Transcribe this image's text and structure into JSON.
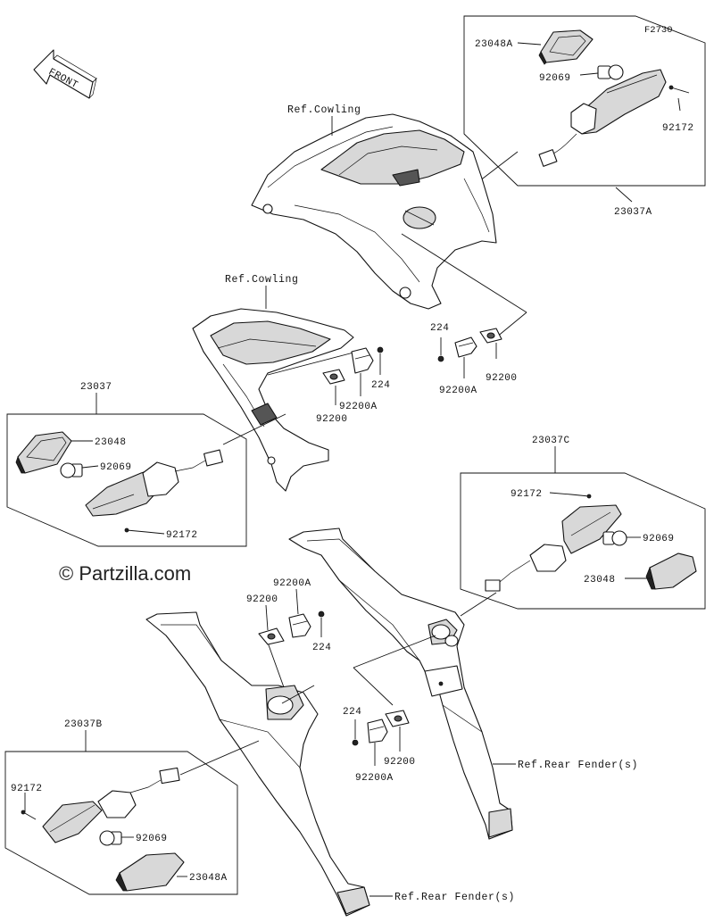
{
  "figure_code": "F2730",
  "front_arrow": {
    "label": "FRONT"
  },
  "watermark": "© Partzilla.com",
  "references": {
    "cowling_1": "Ref.Cowling",
    "cowling_2": "Ref.Cowling",
    "rear_fender_1": "Ref.Rear Fender(s)",
    "rear_fender_2": "Ref.Rear Fender(s)"
  },
  "assemblies": {
    "a23037": {
      "title": "23037",
      "lens": "23048",
      "bulb": "92069",
      "screw": "92172"
    },
    "a23037A": {
      "title": "23037A",
      "lens": "23048A",
      "bulb": "92069",
      "screw": "92172"
    },
    "a23037B": {
      "title": "23037B",
      "lens": "23048A",
      "bulb": "92069",
      "screw": "92172"
    },
    "a23037C": {
      "title": "23037C",
      "lens": "23048",
      "bulb": "92069",
      "screw": "92172"
    }
  },
  "hardware": {
    "front_right": {
      "bolt": "224",
      "bracket": "92200A",
      "pad": "92200"
    },
    "front_left": {
      "bolt": "224",
      "bracket": "92200A",
      "pad": "92200"
    },
    "rear_left": {
      "bolt": "224",
      "bracket": "92200A",
      "pad": "92200"
    },
    "rear_right": {
      "bolt": "224",
      "bracket": "92200A",
      "pad": "92200"
    }
  }
}
